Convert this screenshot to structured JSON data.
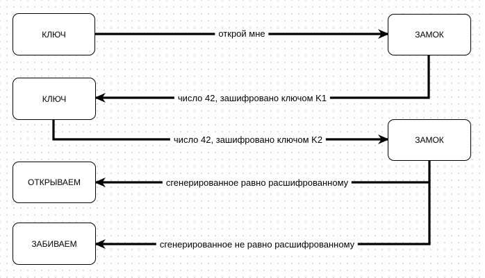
{
  "nodes": {
    "key_1": "КЛЮЧ",
    "lock_1": "ЗАМОК",
    "key_2": "КЛЮЧ",
    "lock_2": "ЗАМОК",
    "open": "ОТКРЫВАЕМ",
    "block": "ЗАБИВАЕМ"
  },
  "edges": {
    "open_me": "открой мне",
    "encrypted_k1": "число 42, зашифровано ключом K1",
    "encrypted_k2": "число 42, зашифровано ключом K2",
    "equal": "сгенерированное равно расшифрованному",
    "not_equal": "сгенерированное не равно расшифрованному"
  }
}
